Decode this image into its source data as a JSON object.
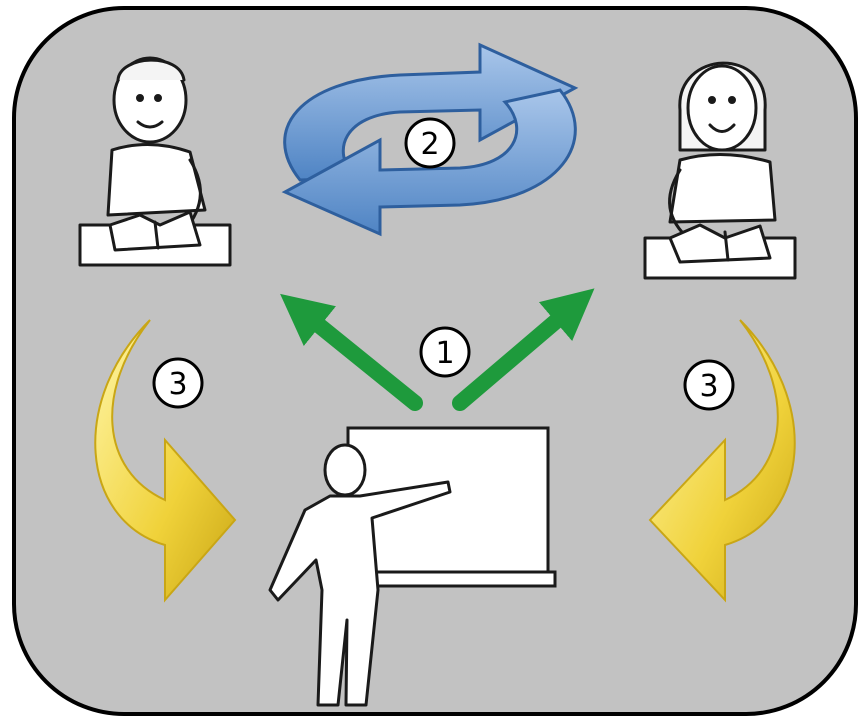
{
  "colors": {
    "panel_fill": "#c2c2c2",
    "panel_stroke": "#000000",
    "green_arrow": "#1e9a3c",
    "cycle_blue": "#4f84c4",
    "cycle_blue_light": "#a9c6ea",
    "yellow_arrow": "#f0d23a",
    "yellow_arrow_dark": "#c9a615",
    "figure_fill": "#ffffff",
    "figure_stroke": "#1a1a1a"
  },
  "icons": {
    "cycle": "refresh-cycle-icon",
    "teacher": "teacher-figure",
    "student_left": "student-figure",
    "student_right": "student-figure",
    "board": "whiteboard",
    "green_arrows": "arrow-up-icon",
    "yellow_arrows": "curved-arrow-icon"
  },
  "badges": {
    "step_1": "1",
    "step_2": "2",
    "step_3_left": "3",
    "step_3_right": "3"
  }
}
